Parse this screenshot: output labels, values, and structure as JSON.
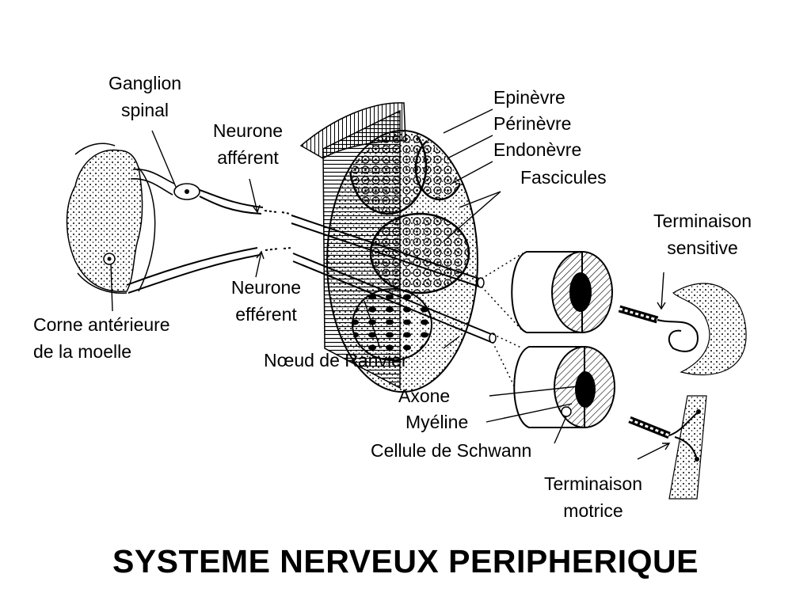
{
  "colors": {
    "ink": "#000000",
    "background": "#ffffff"
  },
  "labels": {
    "ganglion_spinal": [
      "Ganglion",
      "spinal"
    ],
    "neurone_afferent": [
      "Neurone",
      "afférent"
    ],
    "neurone_efferent": [
      "Neurone",
      "efférent"
    ],
    "corne_anterieure": [
      "Corne antérieure",
      "de la moelle"
    ],
    "noeud_ranvier": "Nœud de Ranvier",
    "epinevre": "Epinèvre",
    "perinevre": "Périnèvre",
    "endonevre": "Endonèvre",
    "fascicules": "Fascicules",
    "terminaison_sensitive": [
      "Terminaison",
      "sensitive"
    ],
    "axone": "Axone",
    "myeline": "Myéline",
    "cellule_schwann": "Cellule de Schwann",
    "terminaison_motrice": [
      "Terminaison",
      "motrice"
    ]
  },
  "title": "SYSTEME NERVEUX PERIPHERIQUE"
}
